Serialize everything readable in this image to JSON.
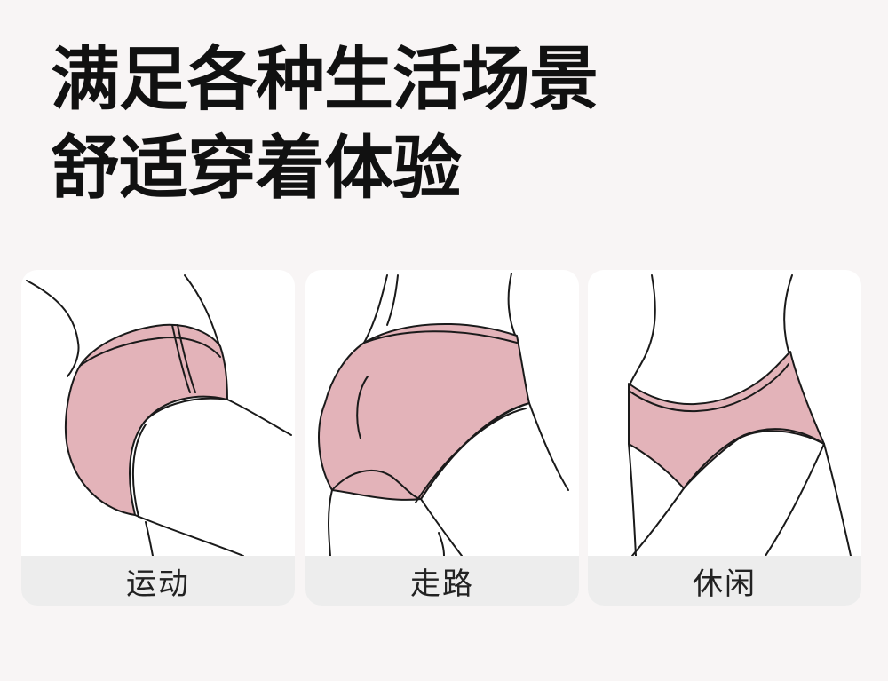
{
  "headline": {
    "line1": "满足各种生活场景",
    "line2": "舒适穿着体验"
  },
  "cards": [
    {
      "label": "运动",
      "illustration": "sport-pose-illustration"
    },
    {
      "label": "走路",
      "illustration": "walking-pose-illustration"
    },
    {
      "label": "休闲",
      "illustration": "casual-pose-illustration"
    }
  ],
  "colors": {
    "background": "#f8f5f5",
    "card": "#ffffff",
    "label_bar": "#ededed",
    "fabric": "#e3b3b9",
    "outline": "#1a1a1a",
    "text": "#111111"
  }
}
